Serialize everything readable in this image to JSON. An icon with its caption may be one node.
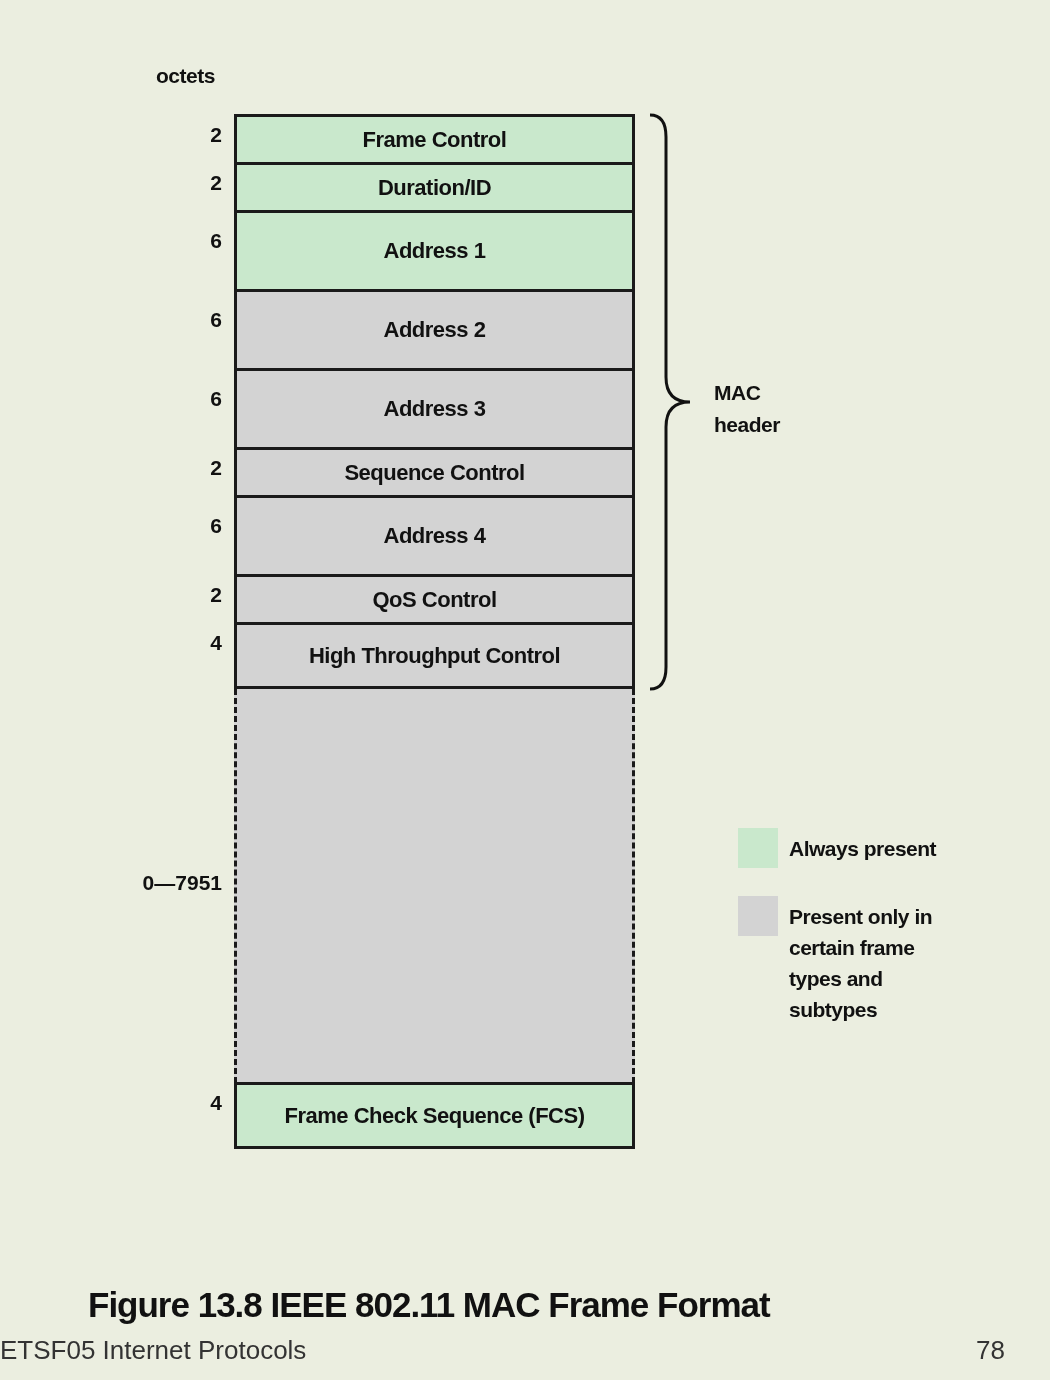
{
  "diagram": {
    "caption": "Figure 13.8 IEEE 802.11 MAC Frame Format",
    "nodes": [
      {
        "text": [
          "Frame Control"
        ],
        "beside": [
          "2"
        ]
      },
      {
        "text": [
          "Duration/ID"
        ],
        "beside": [
          "2"
        ]
      },
      {
        "text": [
          "Address 1"
        ],
        "beside": [
          "6"
        ]
      },
      {
        "text": [
          "Address 2"
        ],
        "beside": [
          "6"
        ]
      },
      {
        "text": [
          "Address 3"
        ],
        "beside": [
          "6"
        ]
      },
      {
        "text": [
          "Sequence Control"
        ],
        "beside": [
          "2"
        ]
      },
      {
        "text": [
          "Address 4"
        ],
        "beside": [
          "6"
        ]
      },
      {
        "text": [
          "QoS Control"
        ],
        "beside": [
          "2"
        ]
      },
      {
        "text": [
          "High Throughput Control"
        ],
        "beside": [
          "4"
        ]
      },
      {
        "text": [],
        "shape": "box",
        "beside": [
          "0—7951"
        ]
      },
      {
        "text": [
          "Frame Check Sequence (FCS)"
        ],
        "beside": [
          "4"
        ]
      }
    ],
    "edges": [],
    "labels": [
      "octets",
      "MAC header",
      "ETSF05 Internet Protocols",
      "78"
    ],
    "legend": [
      {
        "text": "Always present",
        "color": "#c9e8cc"
      },
      {
        "text": "Present only in certain frame types and subtypes",
        "color": "#d3d3d3"
      }
    ]
  }
}
